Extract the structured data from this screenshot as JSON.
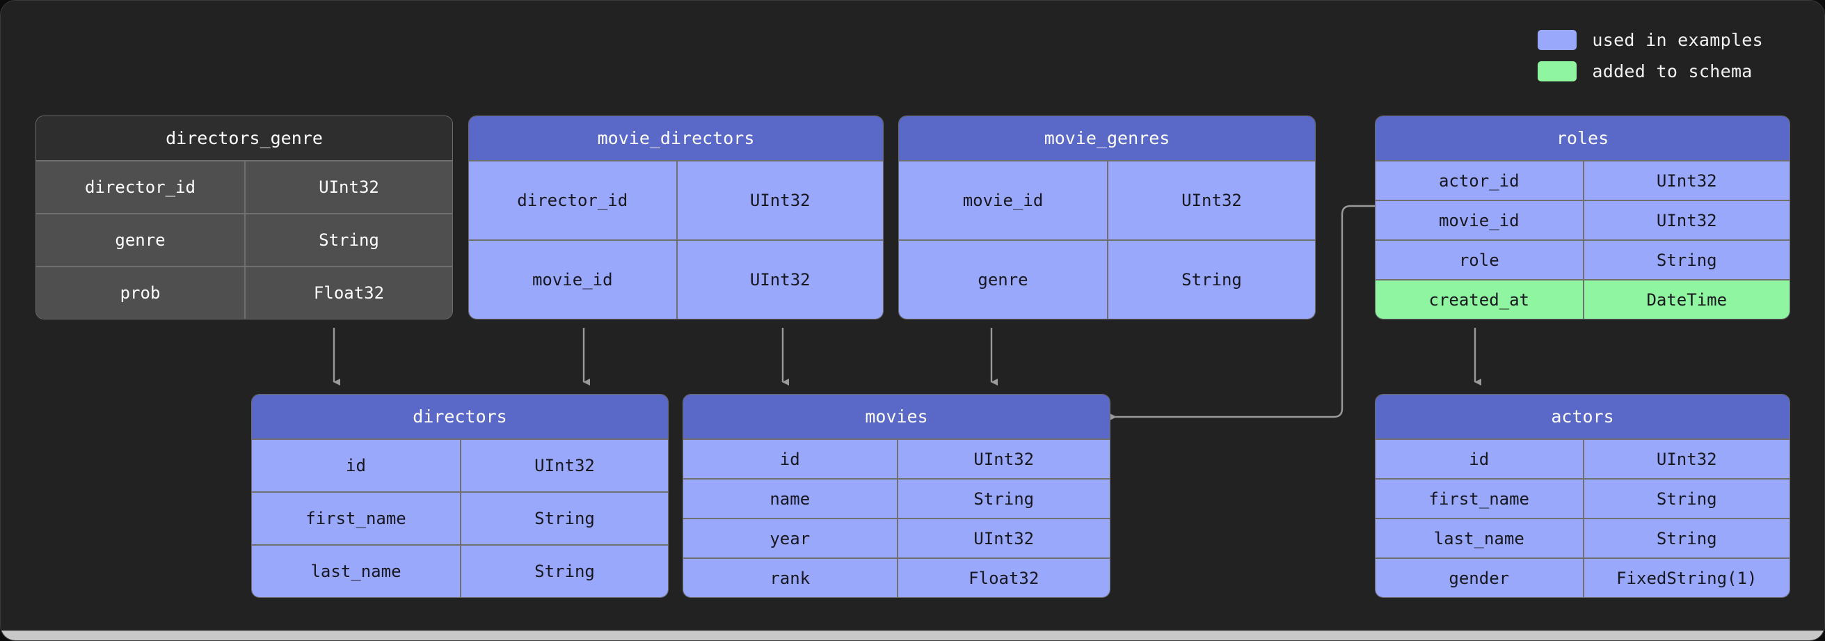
{
  "legend": {
    "items": [
      {
        "label": "used in examples",
        "color": "#9aa8fc",
        "name": "used-in-examples"
      },
      {
        "label": "added to schema",
        "color": "#90f5a0",
        "name": "added-to-schema"
      }
    ]
  },
  "diagram": {
    "type": "database-schema-erd",
    "tables": [
      {
        "name": "directors_genre",
        "highlight": "none",
        "columns": [
          {
            "field": "director_id",
            "type": "UInt32",
            "highlight": "none"
          },
          {
            "field": "genre",
            "type": "String",
            "highlight": "none"
          },
          {
            "field": "prob",
            "type": "Float32",
            "highlight": "none"
          }
        ]
      },
      {
        "name": "movie_directors",
        "highlight": "used",
        "columns": [
          {
            "field": "director_id",
            "type": "UInt32",
            "highlight": "used"
          },
          {
            "field": "movie_id",
            "type": "UInt32",
            "highlight": "used"
          }
        ]
      },
      {
        "name": "movie_genres",
        "highlight": "used",
        "columns": [
          {
            "field": "movie_id",
            "type": "UInt32",
            "highlight": "used"
          },
          {
            "field": "genre",
            "type": "String",
            "highlight": "used"
          }
        ]
      },
      {
        "name": "roles",
        "highlight": "used",
        "columns": [
          {
            "field": "actor_id",
            "type": "UInt32",
            "highlight": "used"
          },
          {
            "field": "movie_id",
            "type": "UInt32",
            "highlight": "used"
          },
          {
            "field": "role",
            "type": "String",
            "highlight": "used"
          },
          {
            "field": "created_at",
            "type": "DateTime",
            "highlight": "added"
          }
        ]
      },
      {
        "name": "directors",
        "highlight": "used",
        "columns": [
          {
            "field": "id",
            "type": "UInt32",
            "highlight": "used"
          },
          {
            "field": "first_name",
            "type": "String",
            "highlight": "used"
          },
          {
            "field": "last_name",
            "type": "String",
            "highlight": "used"
          }
        ]
      },
      {
        "name": "movies",
        "highlight": "used",
        "columns": [
          {
            "field": "id",
            "type": "UInt32",
            "highlight": "used"
          },
          {
            "field": "name",
            "type": "String",
            "highlight": "used"
          },
          {
            "field": "year",
            "type": "UInt32",
            "highlight": "used"
          },
          {
            "field": "rank",
            "type": "Float32",
            "highlight": "used"
          }
        ]
      },
      {
        "name": "actors",
        "highlight": "used",
        "columns": [
          {
            "field": "id",
            "type": "UInt32",
            "highlight": "used"
          },
          {
            "field": "first_name",
            "type": "String",
            "highlight": "used"
          },
          {
            "field": "last_name",
            "type": "String",
            "highlight": "used"
          },
          {
            "field": "gender",
            "type": "FixedString(1)",
            "highlight": "used"
          }
        ]
      }
    ],
    "relations": [
      {
        "from": "directors_genre",
        "to": "directors",
        "style": "straight-down"
      },
      {
        "from": "movie_directors",
        "to": "directors",
        "style": "straight-down"
      },
      {
        "from": "movie_directors",
        "to": "movies",
        "style": "straight-down"
      },
      {
        "from": "movie_genres",
        "to": "movies",
        "style": "straight-down"
      },
      {
        "from": "roles",
        "to": "movies",
        "style": "elbow-left"
      },
      {
        "from": "roles",
        "to": "actors",
        "style": "straight-down"
      }
    ]
  },
  "colors": {
    "background": "#222222",
    "header_blue": "#5a68c8",
    "row_blue": "#9aa8fc",
    "row_green": "#90f5a0",
    "header_gray": "#2e2e2e",
    "row_gray": "#4f4f4f",
    "connector": "#9a9a9a"
  }
}
